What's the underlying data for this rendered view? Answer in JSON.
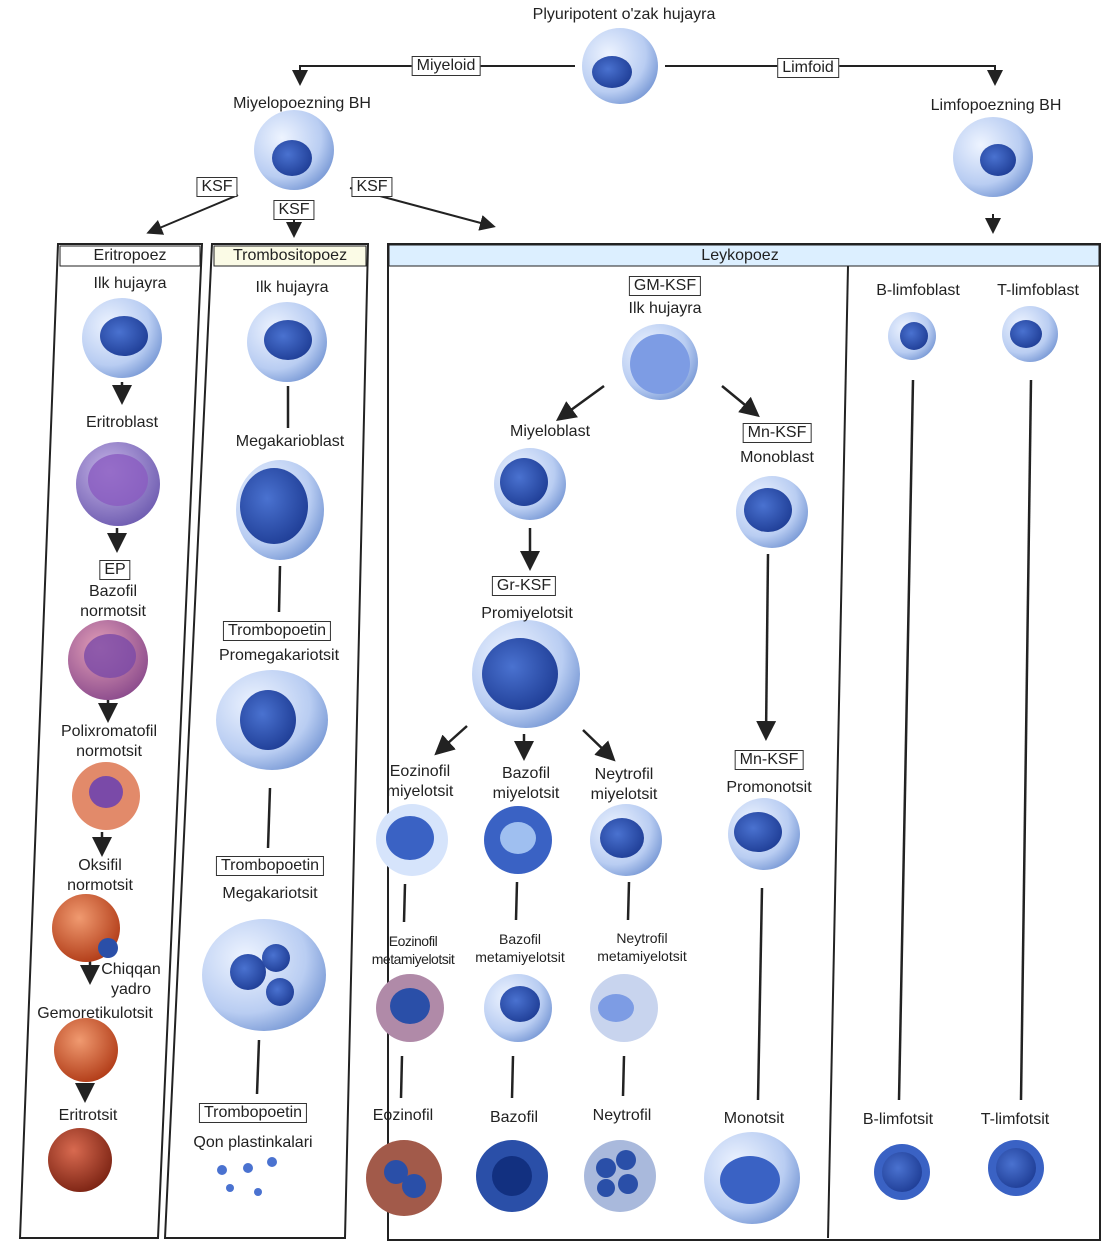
{
  "top": {
    "stem": "Plyuripotent o'zak hujayra",
    "myeloid": "Miyeloid",
    "lymphoid": "Limfoid",
    "myelo_bh": "Miyelopoezning BH",
    "lympho_bh": "Limfopoezning BH",
    "ksf": "KSF"
  },
  "columns": {
    "eritro": "Eritropoez",
    "trombo": "Trombositopoez",
    "leyko": "Leykopoez"
  },
  "eritro": {
    "first": "Ilk hujayra",
    "eritroblast": "Eritroblast",
    "ep": "EP",
    "bazofil_n": "Bazofil normotsit",
    "polix_n": "Polixromatofil normotsit",
    "oksifil_n": "Oksifil normotsit",
    "nucleus": "Chiqqan yadro",
    "gemoret": "Gemoretikulotsit",
    "eritrotsit": "Eritrotsit"
  },
  "trombo": {
    "first": "Ilk hujayra",
    "megakarioblast": "Megakarioblast",
    "trombopoetin": "Trombopoetin",
    "promegakariotsit": "Promegakariotsit",
    "megakariotsit": "Megakariotsit",
    "plastinka": "Qon plastinkalari"
  },
  "leyko": {
    "gmksf": "GM-KSF",
    "first": "Ilk hujayra",
    "miyeloblast": "Miyeloblast",
    "mnksf": "Mn-KSF",
    "monoblast": "Monoblast",
    "grksf": "Gr-KSF",
    "promiyelotsit": "Promiyelotsit",
    "promonotsit": "Promonotsit",
    "eoz_m": "Eozinofil miyelotsit",
    "baz_m": "Bazofil miyelotsit",
    "ney_m": "Neytrofil miyelotsit",
    "eoz_mm": "Eozinofil metamiyelotsit",
    "baz_mm": "Bazofil metamiyelotsit",
    "ney_mm": "Neytrofil metamiyelotsit",
    "eozinofil": "Eozinofil",
    "bazofil": "Bazofil",
    "neytrofil": "Neytrofil",
    "monotsit": "Monotsit"
  },
  "limfo": {
    "b_blast": "B-limfoblast",
    "t_blast": "T-limfoblast",
    "b_cyte": "B-limfotsit",
    "t_cyte": "T-limfotsit"
  },
  "colors": {
    "nucleus_blue": "#2a4fa8",
    "cytoplasm_blue": "#b8cdf0",
    "erythro_red": "#c8461f",
    "leyko_header": "#dcefff",
    "trombo_header": "#fbfbe6"
  }
}
